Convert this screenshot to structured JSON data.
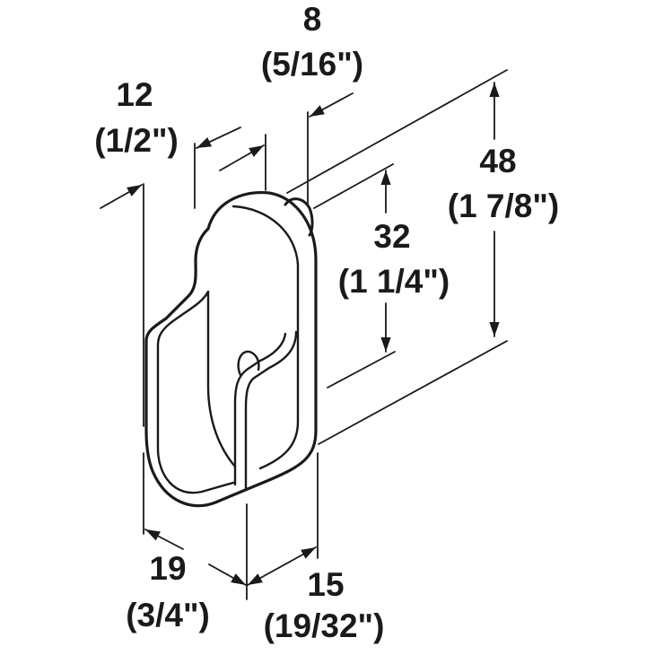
{
  "diagram": {
    "type": "technical-dimension-drawing",
    "subject": "oval closet rod end support bracket",
    "line_color": "#1a1a1a",
    "background": "#ffffff",
    "dimensions": {
      "width_top": {
        "mm": "12",
        "inch": "(1/2\")"
      },
      "pin_depth": {
        "mm": "8",
        "inch": "(5/16\")"
      },
      "overall_height": {
        "mm": "48",
        "inch": "(1 7/8\")"
      },
      "inner_height": {
        "mm": "32",
        "inch": "(1 1/4\")"
      },
      "overall_width": {
        "mm": "19",
        "inch": "(3/4\")"
      },
      "depth": {
        "mm": "15",
        "inch": "(19/32\")"
      }
    }
  }
}
